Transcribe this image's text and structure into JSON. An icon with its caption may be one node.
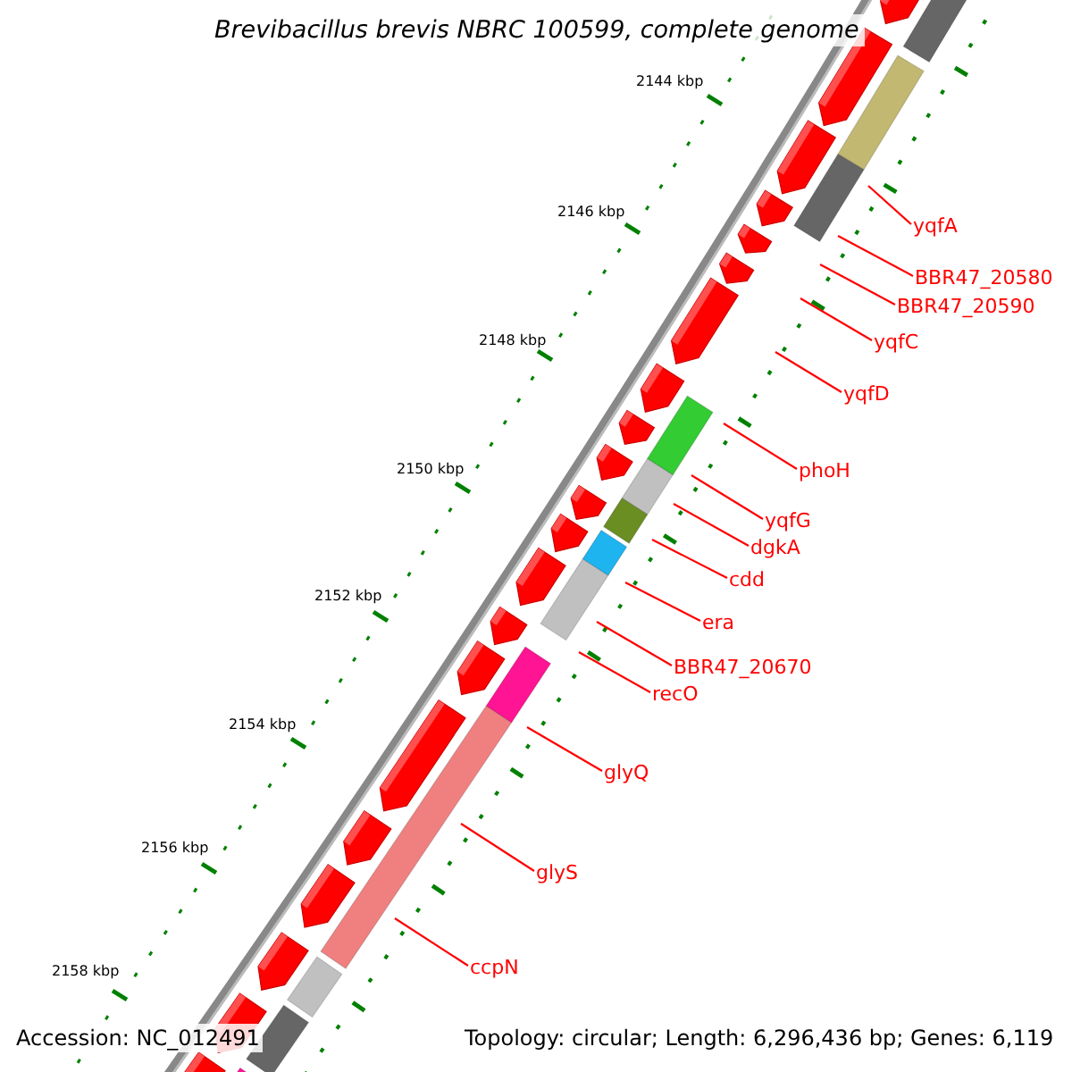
{
  "diagram": {
    "title": "Brevibacillus brevis NBRC 100599, complete genome",
    "nodes": [
      {
        "text": [
          "yqfA"
        ]
      },
      {
        "text": [
          "BBR47_20580"
        ]
      },
      {
        "text": [
          "BBR47_20590"
        ]
      },
      {
        "text": [
          "yqfC"
        ]
      },
      {
        "text": [
          "yqfD"
        ]
      },
      {
        "text": [
          "phoH"
        ]
      },
      {
        "text": [
          "yqfG"
        ]
      },
      {
        "text": [
          "dgkA"
        ]
      },
      {
        "text": [
          "cdd"
        ]
      },
      {
        "text": [
          "era"
        ]
      },
      {
        "text": [
          "BBR47_20670"
        ]
      },
      {
        "text": [
          "recO"
        ]
      },
      {
        "text": [
          "glyQ"
        ]
      },
      {
        "text": [
          "glyS"
        ]
      },
      {
        "text": [
          "ccpN"
        ]
      }
    ],
    "edges": [
      {
        "from": 0,
        "to": null,
        "arrow": "none"
      },
      {
        "from": 1,
        "to": null,
        "arrow": "none"
      },
      {
        "from": 2,
        "to": null,
        "arrow": "none"
      },
      {
        "from": 3,
        "to": null,
        "arrow": "none"
      },
      {
        "from": 4,
        "to": null,
        "arrow": "none"
      },
      {
        "from": 5,
        "to": null,
        "arrow": "none"
      },
      {
        "from": 6,
        "to": null,
        "arrow": "none"
      },
      {
        "from": 7,
        "to": null,
        "arrow": "none"
      },
      {
        "from": 8,
        "to": null,
        "arrow": "none"
      },
      {
        "from": 9,
        "to": null,
        "arrow": "none"
      },
      {
        "from": 10,
        "to": null,
        "arrow": "none"
      },
      {
        "from": 11,
        "to": null,
        "arrow": "none"
      },
      {
        "from": 12,
        "to": null,
        "arrow": "none"
      },
      {
        "from": 13,
        "to": null,
        "arrow": "none"
      },
      {
        "from": 14,
        "to": null,
        "arrow": "none"
      }
    ],
    "labels": [
      "2144 kbp",
      "2146 kbp",
      "2148 kbp",
      "2150 kbp",
      "2152 kbp",
      "2154 kbp",
      "2156 kbp",
      "2158 kbp",
      "Accession: NC_012491",
      "Topology: circular; Length: 6,296,436 bp; Genes: 6,119"
    ]
  }
}
